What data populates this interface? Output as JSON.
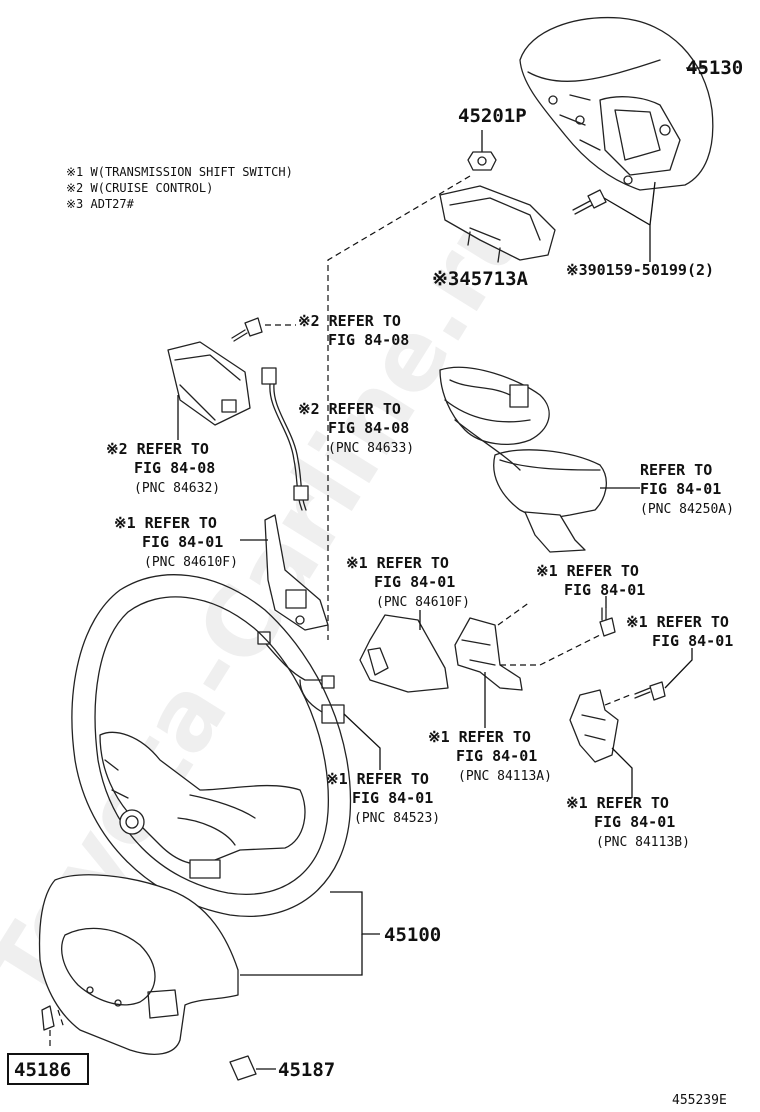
{
  "watermark": "Toyota-Carline.ru",
  "notes": [
    "※1 W(TRANSMISSION SHIFT SWITCH)",
    "※2 W(CRUISE CONTROL)",
    "※3 ADT27#"
  ],
  "parts": {
    "p45130": "45130",
    "p45201P": "45201P",
    "p45713A": "※345713A",
    "p90159": "※390159-50199(2)",
    "p45100": "45100",
    "p45186": "45186",
    "p45187": "45187"
  },
  "refs": {
    "r1": [
      "※2 REFER TO",
      "FIG 84-08"
    ],
    "r2": [
      "※2 REFER TO",
      "FIG 84-08",
      "(PNC 84633)"
    ],
    "r3": [
      "※2 REFER TO",
      "FIG 84-08",
      "(PNC 84632)"
    ],
    "r4": [
      "REFER TO",
      "FIG 84-01",
      "(PNC 84250A)"
    ],
    "r5": [
      "※1 REFER TO",
      "FIG 84-01",
      "(PNC 84610F)"
    ],
    "r6": [
      "※1 REFER TO",
      "FIG 84-01",
      "(PNC 84610F)"
    ],
    "r7": [
      "※1 REFER TO",
      "FIG 84-01"
    ],
    "r8": [
      "※1 REFER TO",
      "FIG 84-01"
    ],
    "r9": [
      "※1 REFER TO",
      "FIG 84-01",
      "(PNC 84113A)"
    ],
    "r10": [
      "※1 REFER TO",
      "FIG 84-01",
      "(PNC 84523)"
    ],
    "r11": [
      "※1 REFER TO",
      "FIG 84-01",
      "(PNC 84113B)"
    ]
  },
  "figure_id": "455239E"
}
